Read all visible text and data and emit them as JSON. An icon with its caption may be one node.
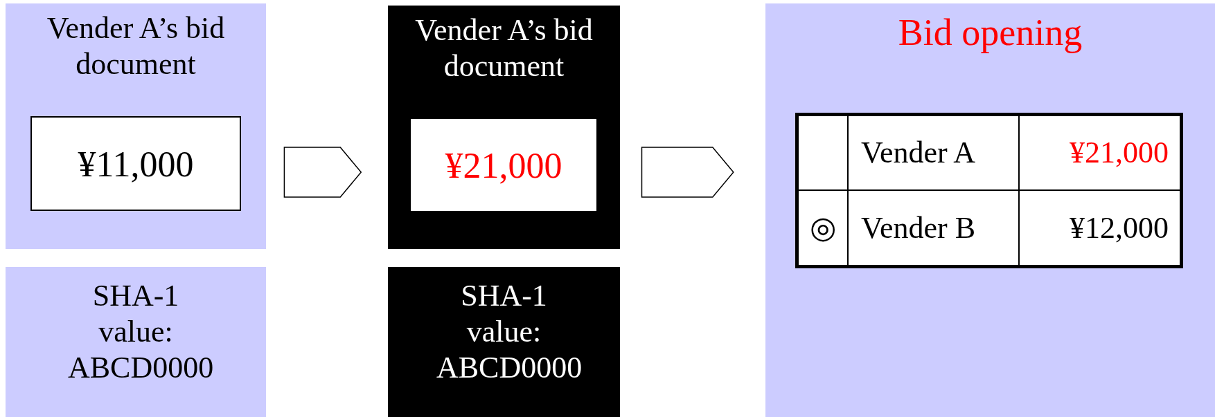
{
  "diagram": {
    "nodes": [
      {
        "text": [
          "Vender A’s bid document"
        ]
      },
      {
        "text": [
          "¥11,000"
        ],
        "in": 0
      },
      {
        "text": [
          "SHA-1 value: ABCD0000"
        ]
      },
      {
        "text": [
          "Vender A’s bid document"
        ]
      },
      {
        "text": [
          "¥21,000"
        ],
        "in": 3
      },
      {
        "text": [
          "SHA-1 value: ABCD0000"
        ]
      },
      {
        "text": [
          "Bid opening"
        ]
      }
    ],
    "edges": [
      {
        "from": 0,
        "to": 3,
        "arrow": "to"
      },
      {
        "from": 3,
        "to": 6,
        "arrow": "to"
      }
    ],
    "labels": [
      "Vender A",
      "¥21,000",
      "◎",
      "Vender B",
      "¥12,000"
    ]
  }
}
